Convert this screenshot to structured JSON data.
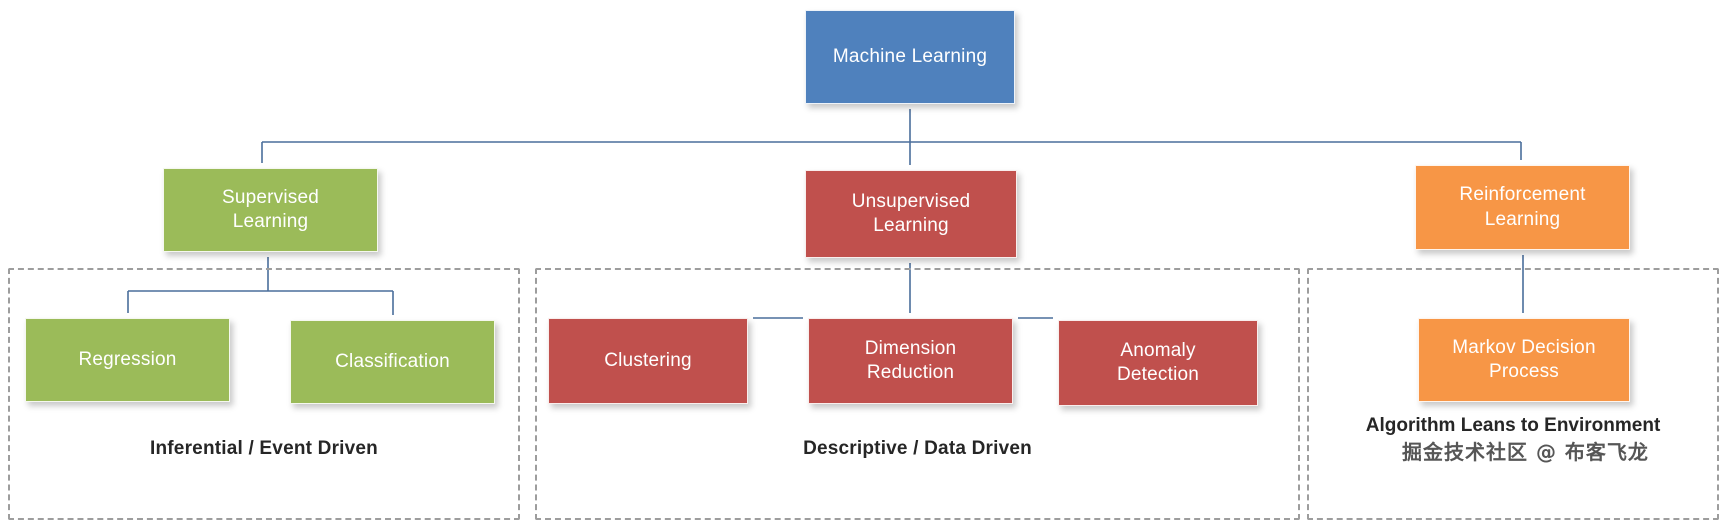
{
  "diagram": {
    "title": "Machine Learning Taxonomy",
    "colors": {
      "blue": "#4F81BD",
      "green": "#9BBB59",
      "red": "#C0504D",
      "orange": "#F79646",
      "connector": "#4A6E9B",
      "group_border": "#9D9D9D",
      "text_dark": "#262626"
    },
    "root": {
      "label": "Machine Learning"
    },
    "branches": [
      {
        "id": "supervised",
        "label": "Supervised\nLearning",
        "color": "green"
      },
      {
        "id": "unsupervised",
        "label": "Unsupervised\nLearning",
        "color": "red"
      },
      {
        "id": "reinforcement",
        "label": "Reinforcement\nLearning",
        "color": "orange"
      }
    ],
    "leaves": [
      {
        "id": "regression",
        "label": "Regression",
        "color": "green",
        "parent": "supervised"
      },
      {
        "id": "classification",
        "label": "Classification",
        "color": "green",
        "parent": "supervised"
      },
      {
        "id": "clustering",
        "label": "Clustering",
        "color": "red",
        "parent": "unsupervised"
      },
      {
        "id": "dimension",
        "label": "Dimension\nReduction",
        "color": "red",
        "parent": "unsupervised"
      },
      {
        "id": "anomaly",
        "label": "Anomaly\nDetection",
        "color": "red",
        "parent": "unsupervised"
      },
      {
        "id": "mdp",
        "label": "Markov Decision\nProcess",
        "color": "orange",
        "parent": "reinforcement"
      }
    ],
    "groups": [
      {
        "id": "group-inferential",
        "label": "Inferential / Event Driven"
      },
      {
        "id": "group-descriptive",
        "label": "Descriptive / Data Driven"
      },
      {
        "id": "group-reinforcement",
        "label": "Algorithm Leans to\nEnvironment"
      }
    ],
    "watermark": {
      "text": "掘金技术社区 @ 布客飞龙"
    }
  },
  "nodes": {
    "root_label": "Machine Learning",
    "supervised_l1": "Supervised",
    "supervised_l2": "Learning",
    "unsupervised_l1": "Unsupervised",
    "unsupervised_l2": "Learning",
    "reinforcement_l1": "Reinforcement",
    "reinforcement_l2": "Learning",
    "regression": "Regression",
    "classification": "Classification",
    "clustering": "Clustering",
    "dimension_l1": "Dimension",
    "dimension_l2": "Reduction",
    "anomaly_l1": "Anomaly",
    "anomaly_l2": "Detection",
    "mdp_l1": "Markov Decision",
    "mdp_l2": "Process"
  },
  "labels": {
    "inferential": "Inferential / Event Driven",
    "descriptive": "Descriptive / Data Driven",
    "rl_caption_l1": "Algorithm Leans to",
    "rl_caption_l2": "Environment",
    "watermark": "掘金技术社区 @ 布客飞龙"
  }
}
